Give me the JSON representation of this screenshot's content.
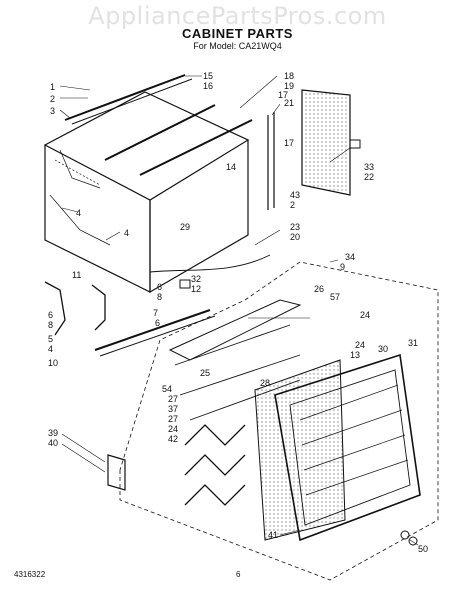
{
  "watermark": "AppliancePartsPros.com",
  "title": "CABINET PARTS",
  "subtitle": "For Model: CA21WQ4",
  "footer": {
    "code": "4316322",
    "page_number": "6"
  },
  "callouts": [
    "1",
    "2",
    "3",
    "15",
    "16",
    "18",
    "19",
    "17",
    "21",
    "17",
    "33",
    "22",
    "43",
    "2",
    "14",
    "4",
    "4",
    "29",
    "23",
    "20",
    "34",
    "9",
    "11",
    "32",
    "12",
    "6",
    "8",
    "7",
    "6",
    "57",
    "26",
    "24",
    "24",
    "13",
    "30",
    "31",
    "6",
    "8",
    "5",
    "4",
    "10",
    "54",
    "25",
    "28",
    "27",
    "37",
    "27",
    "24",
    "42",
    "39",
    "40",
    "41",
    "50"
  ]
}
